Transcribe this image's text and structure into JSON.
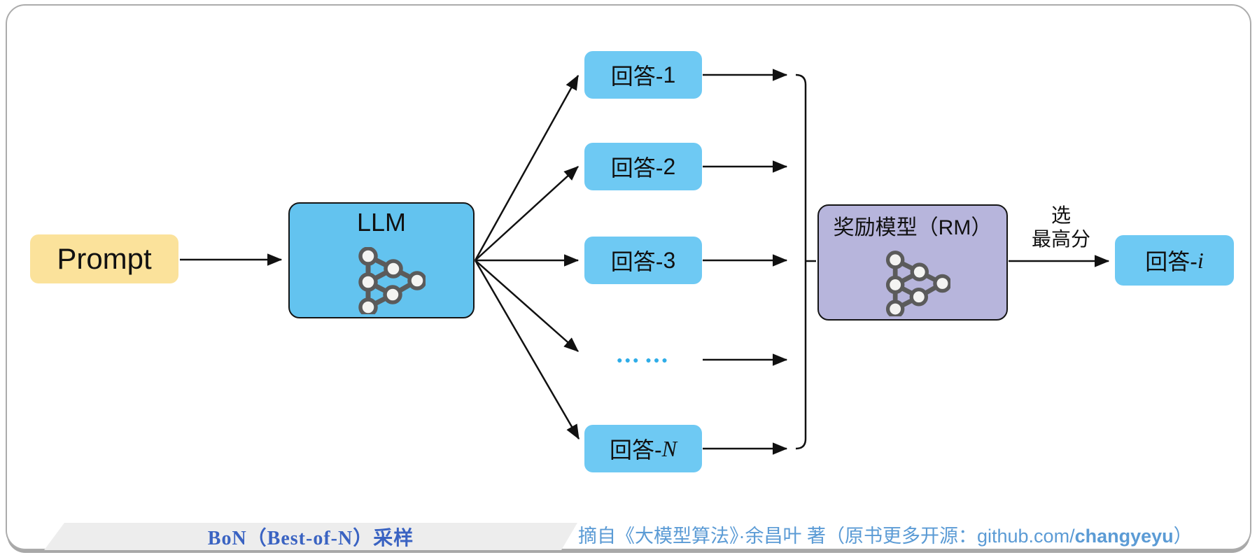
{
  "diagram": {
    "prompt": {
      "label": "Prompt"
    },
    "llm": {
      "label": "LLM"
    },
    "answers": [
      {
        "prefix": "回答-",
        "suffix": "1"
      },
      {
        "prefix": "回答-",
        "suffix": "2"
      },
      {
        "prefix": "回答-",
        "suffix": "3"
      },
      {
        "prefix": "回答-",
        "suffix": "N"
      }
    ],
    "ellipsis": "●●● ●●●",
    "reward_model": {
      "label": "奖励模型（RM）"
    },
    "select_label": {
      "line1": "选",
      "line2": "最高分"
    },
    "result": {
      "prefix": "回答-",
      "suffix": "i"
    }
  },
  "footer": {
    "caption": "BoN（Best-of-N）采样",
    "attribution": {
      "pre": "摘自《大模型算法》·余昌叶 著（原书更多开源：github.com/",
      "bold": "changyeyu",
      "post": "）"
    }
  },
  "colors": {
    "prompt_fill": "#FBE29B",
    "llm_fill": "#63C3EF",
    "answer_fill": "#6EC9F3",
    "rm_fill": "#B7B5DC",
    "dots_blue": "#2FADE8",
    "caption_blue": "#3A63C2",
    "attribution_blue": "#5B9BD5",
    "arrow_black": "#111111",
    "icon_gray": "#5B5B5B"
  }
}
